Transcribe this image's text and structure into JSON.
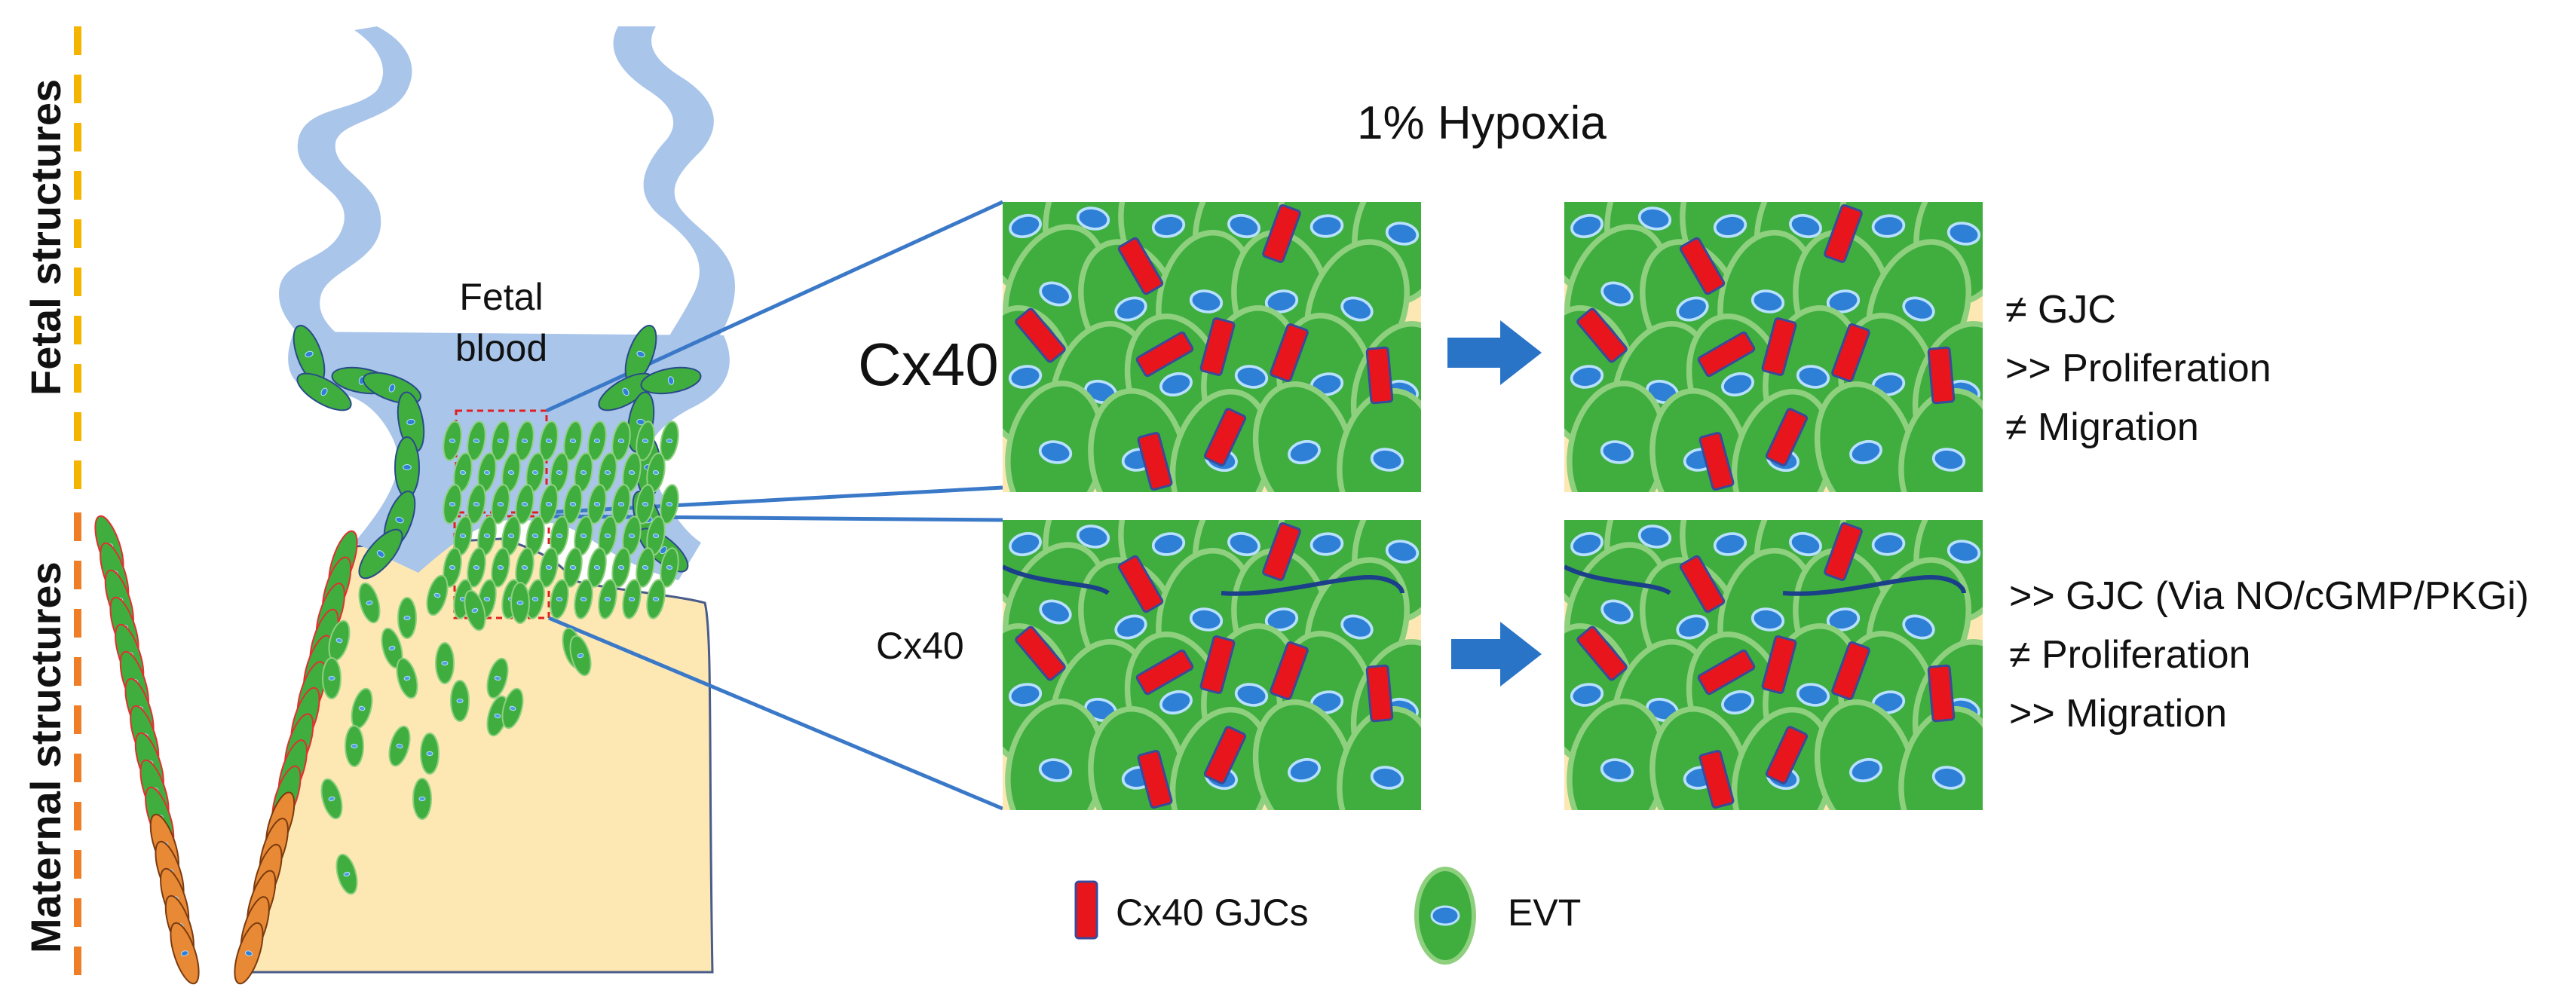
{
  "side_labels": {
    "fetal": "Fetal structures",
    "maternal": "Maternal structures"
  },
  "diagram": {
    "title": "1% Hypoxia",
    "fetal_blood": [
      "Fetal",
      "blood"
    ],
    "row1_label": "Cx40",
    "row2_label": "Cx40",
    "row1_effects": [
      "≠   GJC",
      ">>  Proliferation",
      "≠   Migration"
    ],
    "row2_effects": [
      ">>  GJC (Via NO/cGMP/PKGi)",
      "≠    Proliferation",
      ">>  Migration"
    ]
  },
  "legend": {
    "gjc_label": "Cx40 GJCs",
    "evt_label": "EVT"
  },
  "colors": {
    "cell_green": "#3fae3f",
    "cell_border": "#8fd07f",
    "nucleus_blue": "#2e7fd6",
    "gjc_red": "#e8151c",
    "tissue_beige": "#fde8b4",
    "vessel_blue": "#a9c5ea",
    "arrow_blue": "#2a74c8",
    "line_blue": "#3a78c8",
    "dash_yellow": "#f5b400",
    "dash_orange": "#f07e26",
    "maternal_cell_orange": "#e88a35"
  }
}
